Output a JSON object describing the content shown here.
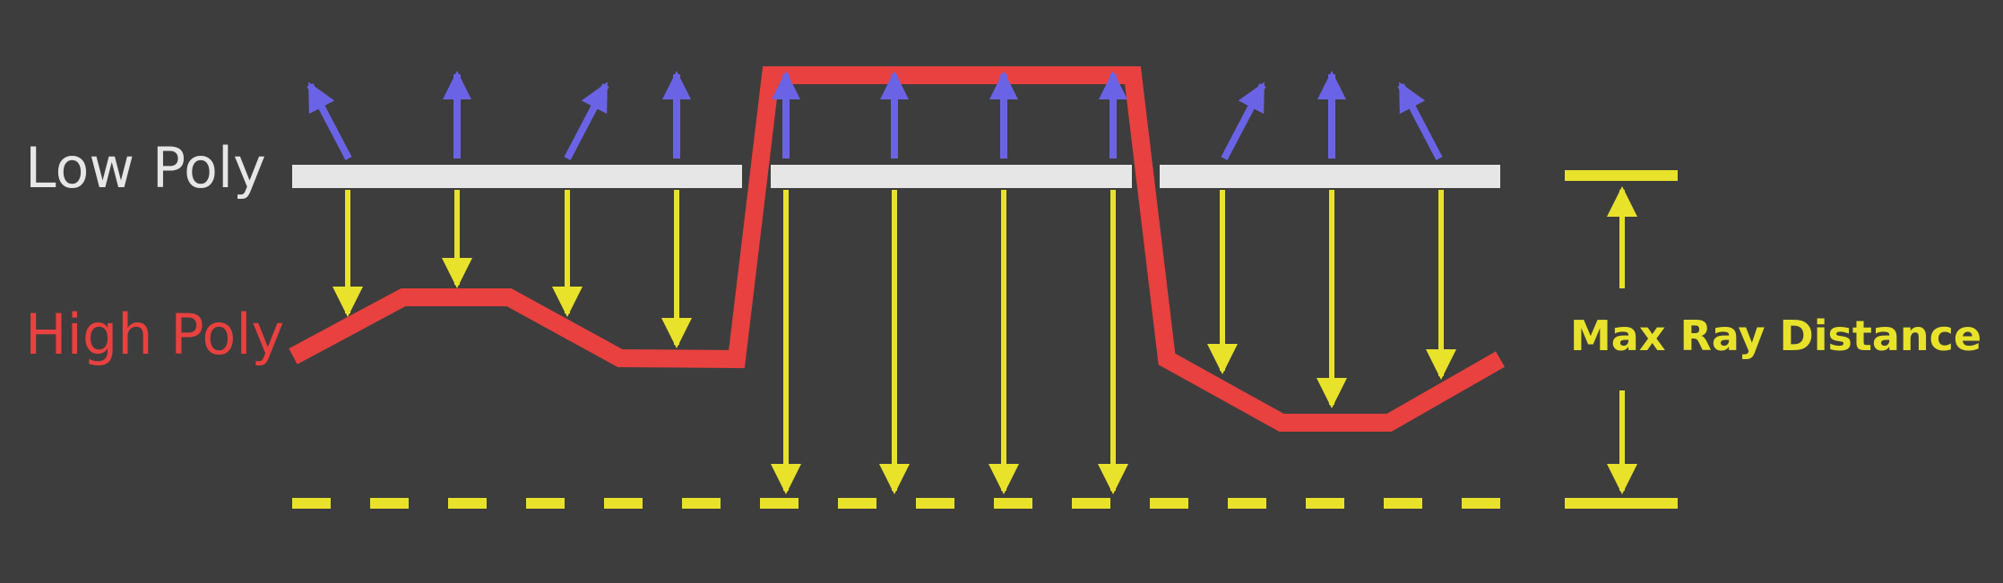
{
  "labels": {
    "low_poly": "Low Poly",
    "high_poly": "High Poly",
    "max_ray_distance": "Max Ray Distance"
  },
  "colors": {
    "background": "#3d3d3d",
    "low_poly": "#e6e6e6",
    "high_poly": "#e8413f",
    "ray": "#e8e22b",
    "normal": "#6b63e6"
  }
}
